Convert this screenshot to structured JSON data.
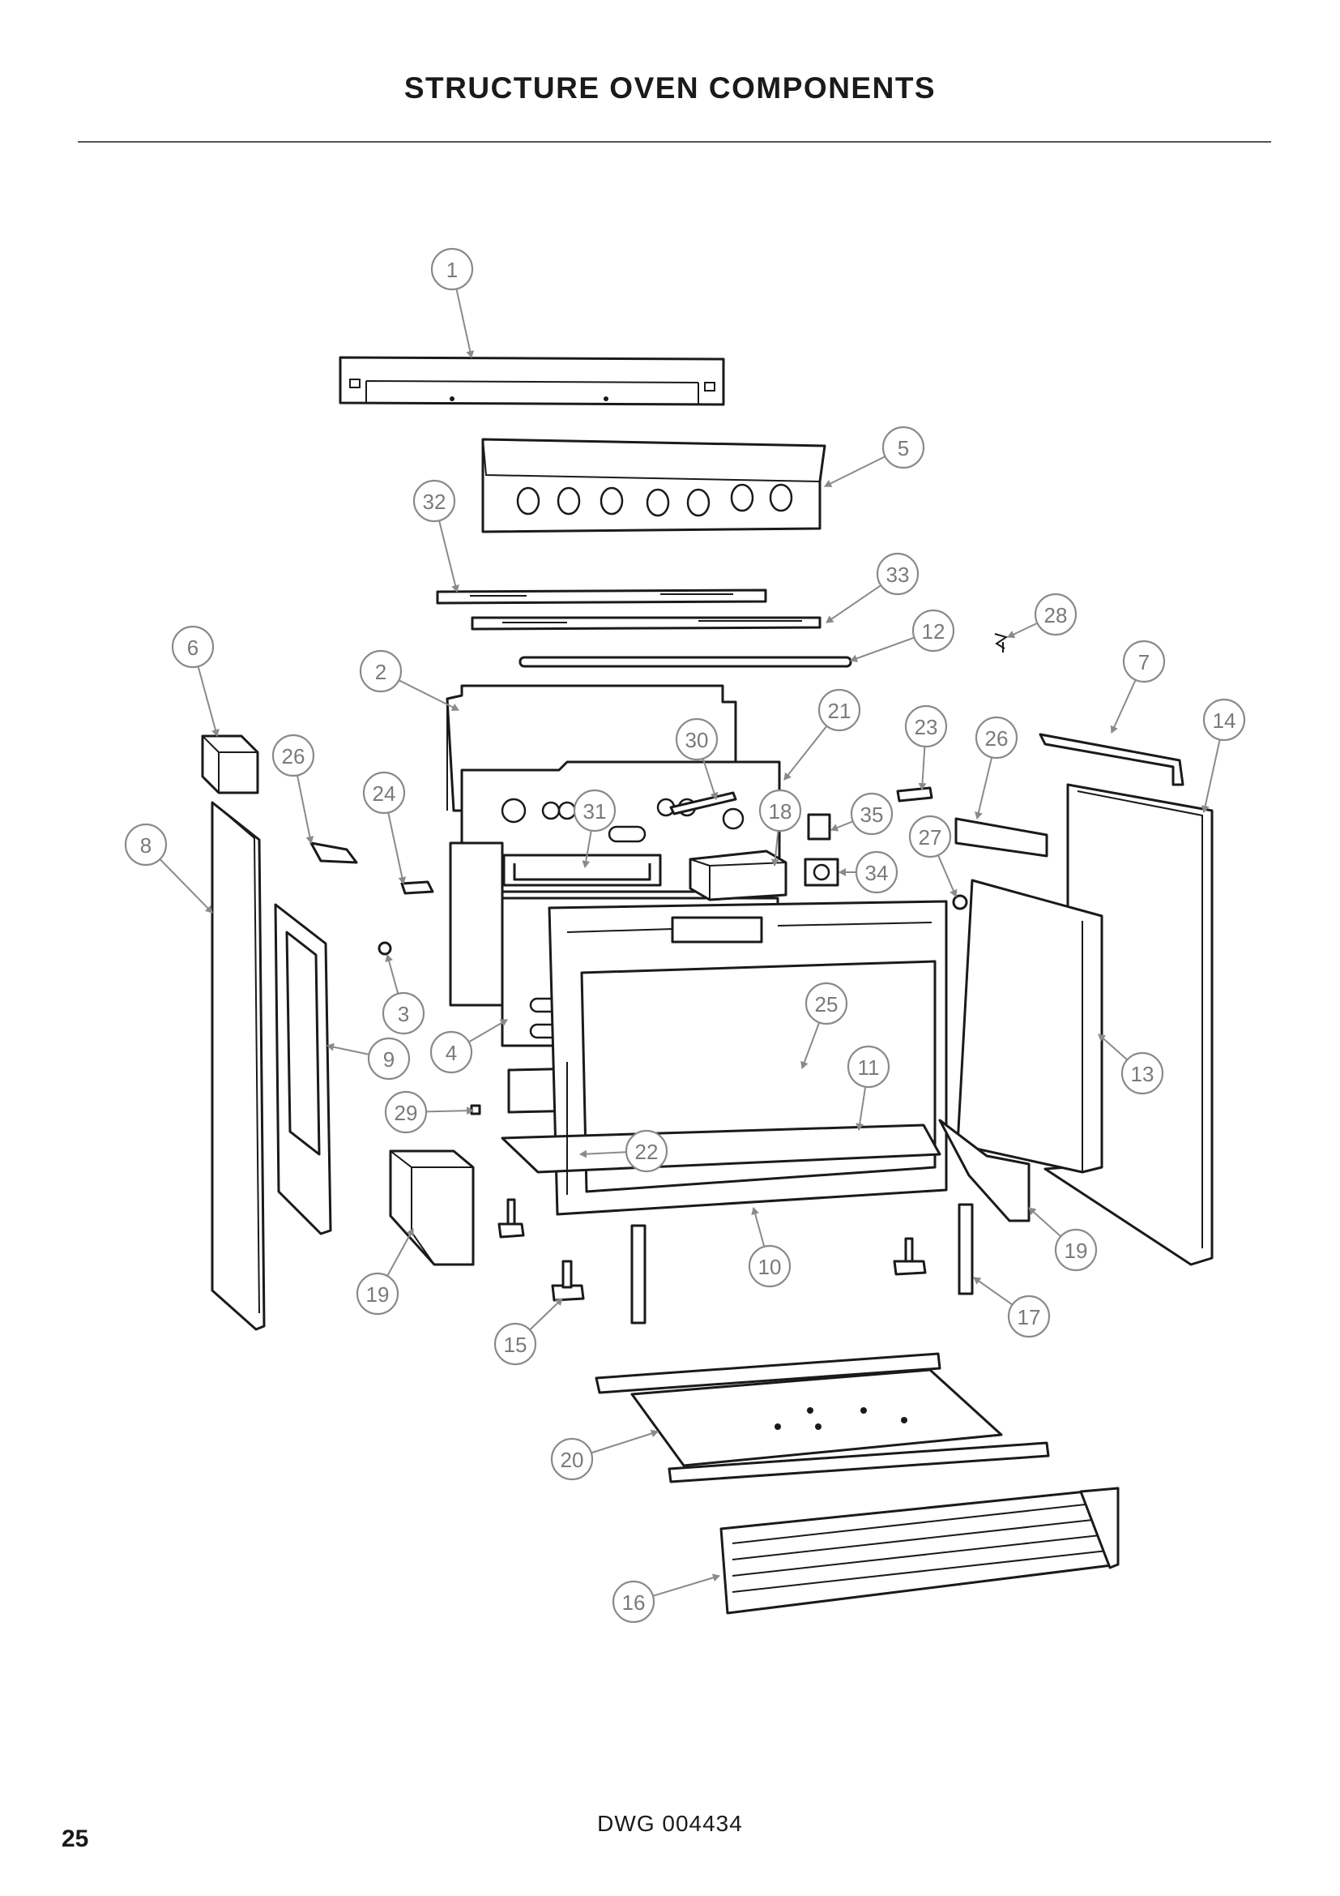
{
  "page": {
    "title": "STRUCTURE OVEN COMPONENTS",
    "drawing_number": "DWG 004434",
    "page_number": "25"
  },
  "callouts": [
    {
      "label": "1"
    },
    {
      "label": "5"
    },
    {
      "label": "32"
    },
    {
      "label": "33"
    },
    {
      "label": "28"
    },
    {
      "label": "12"
    },
    {
      "label": "6"
    },
    {
      "label": "2"
    },
    {
      "label": "7"
    },
    {
      "label": "21"
    },
    {
      "label": "14"
    },
    {
      "label": "23"
    },
    {
      "label": "26"
    },
    {
      "label": "30"
    },
    {
      "label": "26"
    },
    {
      "label": "24"
    },
    {
      "label": "31"
    },
    {
      "label": "18"
    },
    {
      "label": "35"
    },
    {
      "label": "8"
    },
    {
      "label": "27"
    },
    {
      "label": "34"
    },
    {
      "label": "25"
    },
    {
      "label": "3"
    },
    {
      "label": "4"
    },
    {
      "label": "9"
    },
    {
      "label": "11"
    },
    {
      "label": "13"
    },
    {
      "label": "29"
    },
    {
      "label": "22"
    },
    {
      "label": "19"
    },
    {
      "label": "10"
    },
    {
      "label": "19"
    },
    {
      "label": "17"
    },
    {
      "label": "15"
    },
    {
      "label": "20"
    },
    {
      "label": "16"
    }
  ]
}
